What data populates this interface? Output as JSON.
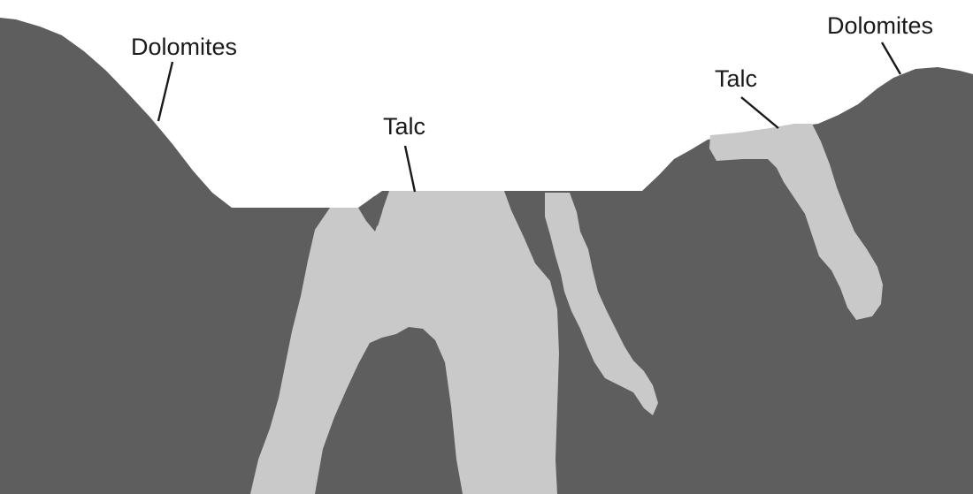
{
  "labels": {
    "dolomites_left": "Dolomites",
    "dolomites_right": "Dolomites",
    "talc_center": "Talc",
    "talc_right": "Talc"
  },
  "colors": {
    "background": "#ffffff",
    "dolomite": "#5e5e5e",
    "talc": "#c9c9c9",
    "label_text": "#1a1a1a"
  }
}
